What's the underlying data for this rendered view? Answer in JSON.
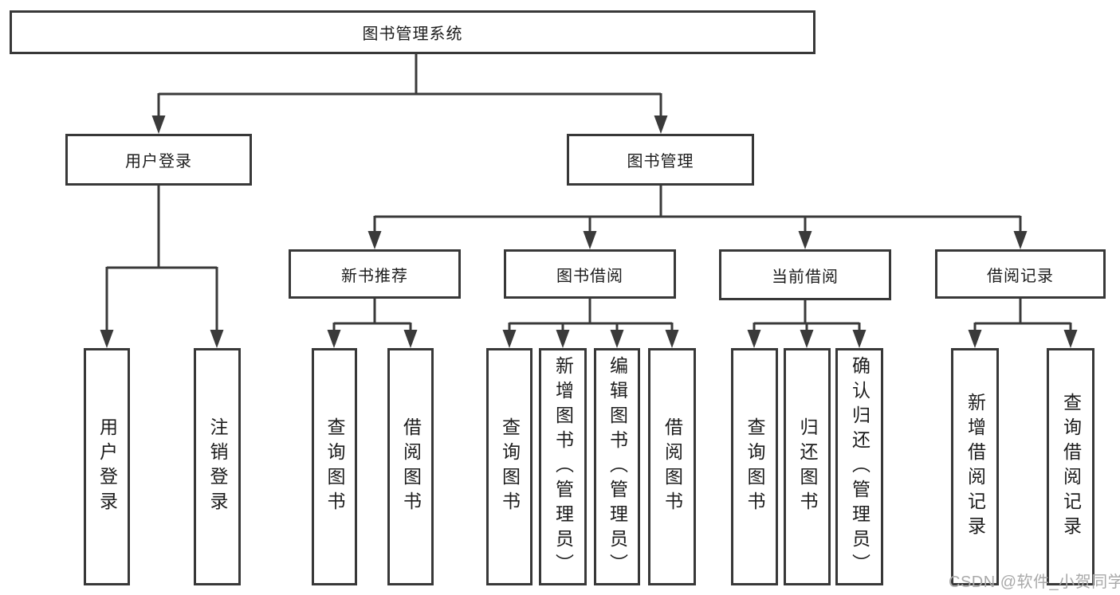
{
  "nodes": {
    "root": "图书管理系统",
    "l2": [
      "用户登录",
      "图书管理"
    ],
    "l3": [
      "新书推荐",
      "图书借阅",
      "当前借阅",
      "借阅记录"
    ],
    "leaves": [
      "用户登录",
      "注销登录",
      "查询图书",
      "借阅图书",
      "查询图书",
      "新增图书（管理员）",
      "编辑图书（管理员）",
      "借阅图书",
      "查询图书",
      "归还图书",
      "确认归还（管理员）",
      "新增借阅记录",
      "查询借阅记录"
    ]
  },
  "hierarchy": {
    "图书管理系统": {
      "用户登录": [
        "用户登录",
        "注销登录"
      ],
      "图书管理": {
        "新书推荐": [
          "查询图书",
          "借阅图书"
        ],
        "图书借阅": [
          "查询图书",
          "新增图书（管理员）",
          "编辑图书（管理员）",
          "借阅图书"
        ],
        "当前借阅": [
          "查询图书",
          "归还图书",
          "确认归还（管理员）"
        ],
        "借阅记录": [
          "新增借阅记录",
          "查询借阅记录"
        ]
      }
    }
  },
  "watermark": {
    "text": "CSDN @软件_小贺同学"
  },
  "colors": {
    "line": "#3a3a3a",
    "box_border": "#383838",
    "box_fill": "#ffffff",
    "text": "#1c1c1c",
    "watermark": "#a9a9a9",
    "background": "#ffffff"
  }
}
